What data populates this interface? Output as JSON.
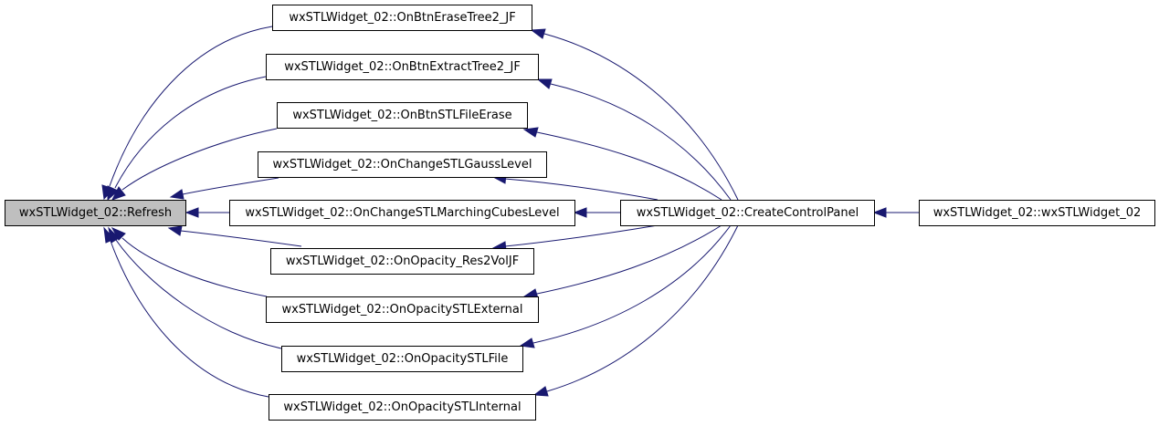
{
  "graph": {
    "edge_color": "#191970",
    "focus_fill": "#bfbfbf",
    "nodes": {
      "refresh": "wxSTLWidget_02::Refresh",
      "erase_tree": "wxSTLWidget_02::OnBtnEraseTree2_JF",
      "extract_tree": "wxSTLWidget_02::OnBtnExtractTree2_JF",
      "stl_file_erase": "wxSTLWidget_02::OnBtnSTLFileErase",
      "gauss_level": "wxSTLWidget_02::OnChangeSTLGaussLevel",
      "marching_cubes": "wxSTLWidget_02::OnChangeSTLMarchingCubesLevel",
      "opacity_res2vol": "wxSTLWidget_02::OnOpacity_Res2VolJF",
      "opacity_external": "wxSTLWidget_02::OnOpacitySTLExternal",
      "opacity_file": "wxSTLWidget_02::OnOpacitySTLFile",
      "opacity_internal": "wxSTLWidget_02::OnOpacitySTLInternal",
      "create_panel": "wxSTLWidget_02::CreateControlPanel",
      "constructor": "wxSTLWidget_02::wxSTLWidget_02"
    },
    "edges": [
      {
        "from": "erase_tree",
        "to": "refresh"
      },
      {
        "from": "extract_tree",
        "to": "refresh"
      },
      {
        "from": "stl_file_erase",
        "to": "refresh"
      },
      {
        "from": "gauss_level",
        "to": "refresh"
      },
      {
        "from": "marching_cubes",
        "to": "refresh"
      },
      {
        "from": "opacity_res2vol",
        "to": "refresh"
      },
      {
        "from": "opacity_external",
        "to": "refresh"
      },
      {
        "from": "opacity_file",
        "to": "refresh"
      },
      {
        "from": "opacity_internal",
        "to": "refresh"
      },
      {
        "from": "create_panel",
        "to": "erase_tree"
      },
      {
        "from": "create_panel",
        "to": "extract_tree"
      },
      {
        "from": "create_panel",
        "to": "stl_file_erase"
      },
      {
        "from": "create_panel",
        "to": "gauss_level"
      },
      {
        "from": "create_panel",
        "to": "marching_cubes"
      },
      {
        "from": "create_panel",
        "to": "opacity_res2vol"
      },
      {
        "from": "create_panel",
        "to": "opacity_external"
      },
      {
        "from": "create_panel",
        "to": "opacity_file"
      },
      {
        "from": "create_panel",
        "to": "opacity_internal"
      },
      {
        "from": "constructor",
        "to": "create_panel"
      }
    ]
  }
}
